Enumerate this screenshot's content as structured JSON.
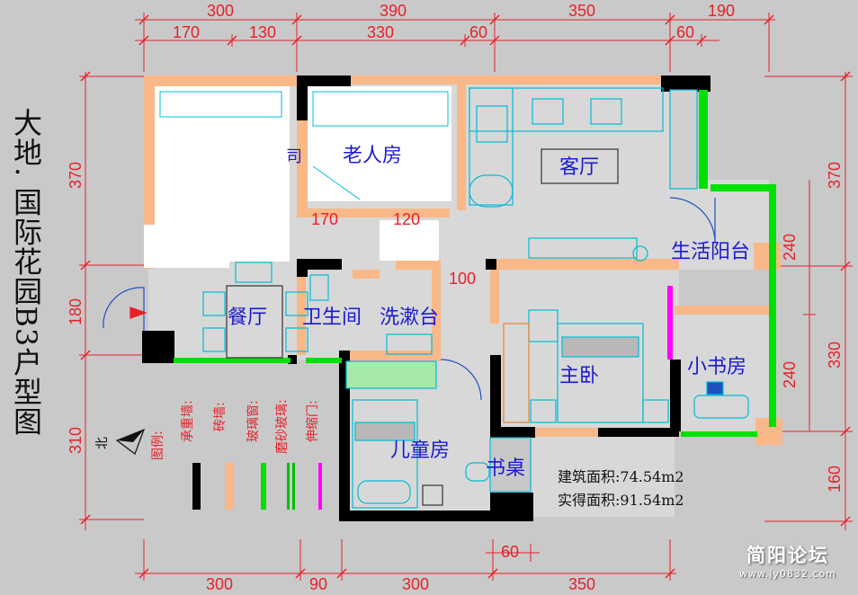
{
  "title": "大地. 国际花园B3户型图",
  "rooms": {
    "elder_room": "老人房",
    "living": "客厅",
    "balcony": "生活阳台",
    "dining": "餐厅",
    "bathroom": "卫生间",
    "wash": "洗漱台",
    "master": "主卧",
    "study": "小书房",
    "kids": "儿童房",
    "desk": "书桌",
    "partial": "司"
  },
  "legend": {
    "title": "图例:",
    "items": [
      {
        "label": "承重墙:",
        "color": "#000000"
      },
      {
        "label": "砖墙:",
        "color": "#f8b888"
      },
      {
        "label": "玻璃窗:",
        "color": "#00e000"
      },
      {
        "label": "磨砂玻璃:",
        "color": "#00c000"
      },
      {
        "label": "伸缩门:",
        "color": "#ff00ff"
      }
    ]
  },
  "north": "北",
  "area": {
    "build": "建筑面积:74.54m2",
    "real": "实得面积:91.54m2"
  },
  "dims": {
    "top_outer": [
      "300",
      "390",
      "350",
      "190"
    ],
    "top_inner": [
      "170",
      "130",
      "330",
      "60",
      "60"
    ],
    "left": [
      "370",
      "180",
      "310"
    ],
    "right_outer": [
      "370",
      "330",
      "160"
    ],
    "right_inner": [
      "240",
      "240"
    ],
    "bottom": [
      "300",
      "90",
      "300",
      "350"
    ],
    "bottom_top": "60",
    "inner": [
      "170",
      "120",
      "100"
    ]
  },
  "watermark": {
    "name": "简阳论坛",
    "url": "www.jy0832.com"
  },
  "colors": {
    "bearing": "#000000",
    "brick": "#f8b888",
    "glass": "#00e000",
    "door": "#ff00ff",
    "dim": "#e8202a",
    "furn": "#00bcd4",
    "room": "#1a1ad0"
  }
}
